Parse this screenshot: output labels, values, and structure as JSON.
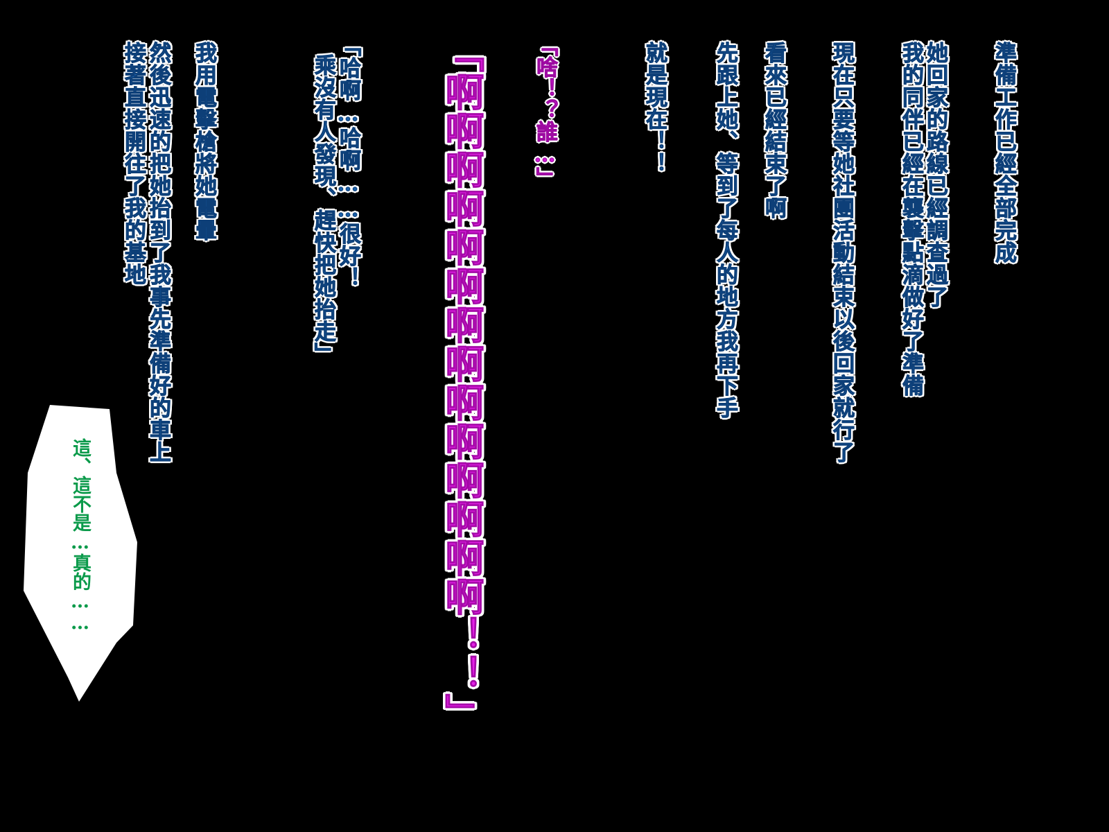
{
  "narration": {
    "lines": [
      "準備工作已經全部完成",
      "她回家的路線已經調查過了",
      "我的同伴已經在襲擊點滴做好了準備",
      "現在只要等她社團活動結束以後回家就行了",
      "看來已經結束了啊",
      "先跟上她、等到了每人的地方我再下手",
      "就是現在！！",
      "我用電擊槍將她電暈",
      "然後迅速的把她抬到了我事先準備好的車上",
      "接著直接開往了我的基地"
    ]
  },
  "dialogue": {
    "victim_short": "「啥！？誰…」",
    "scream": "「啊啊啊啊啊啊啊啊啊啊啊啊啊啊！！」",
    "accomplice_line1": "「哈啊…哈啊……很好！",
    "accomplice_line2": "乘沒有人發現、趕快把她抬走」"
  },
  "bubble": {
    "text_line1": "這、這不是…真的……"
  },
  "colors": {
    "background": "#000000",
    "narration": "#1a5fa8",
    "scream": "#e51fe8",
    "bubble_text": "#0a9a4a",
    "bubble_fill": "#ffffff"
  }
}
